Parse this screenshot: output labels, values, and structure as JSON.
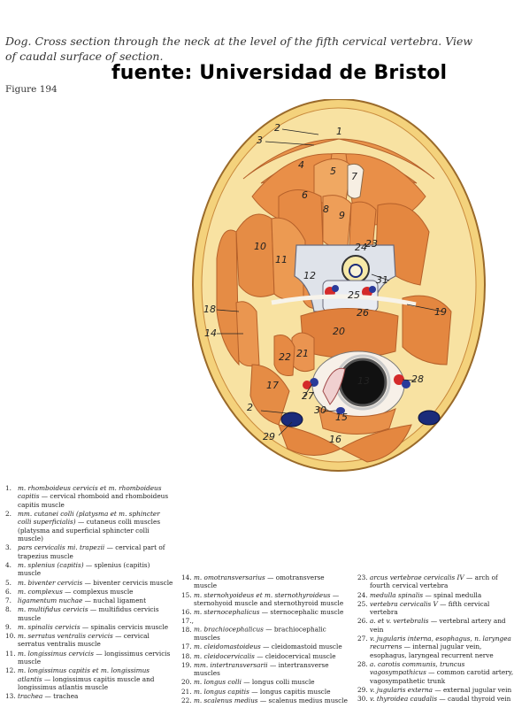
{
  "figure": {
    "caption": "Dog. Cross section through the neck at the level of the fifth cervical vertebra. View of caudal surface of section.",
    "overlay_text": "fuente: Universidad de Bristol",
    "figure_number": "Figure 194"
  },
  "diagram_labels": [
    "1",
    "2",
    "3",
    "4",
    "5",
    "6",
    "7",
    "8",
    "9",
    "10",
    "11",
    "12",
    "13",
    "14",
    "15",
    "16",
    "17",
    "18",
    "19",
    "20",
    "21",
    "22",
    "23",
    "24",
    "25",
    "26",
    "27",
    "28",
    "29",
    "30",
    "31",
    "2"
  ],
  "legend": {
    "col1": [
      {
        "num": "1.",
        "latin": "m. rhomboideus cervicis et m. rhomboideus capitis",
        "english": "cervical rhomboid and rhomboideus capitis muscle"
      },
      {
        "num": "2.",
        "latin": "mm. cutanei colli (platysma et m. sphincter colli superficialis)",
        "english": "cutaneus colli muscles (platysma and superficial sphincter colli muscle)"
      },
      {
        "num": "3.",
        "latin": "pars cervicalis mi. trapezii",
        "english": "cervical part of trapezius muscle"
      },
      {
        "num": "4.",
        "latin": "m. splenius (capitis)",
        "english": "splenius (capitis) muscle"
      },
      {
        "num": "5.",
        "latin": "m. biventer cervicis",
        "english": "biventer cervicis muscle"
      },
      {
        "num": "6.",
        "latin": "m. complexus",
        "english": "complexus muscle"
      },
      {
        "num": "7.",
        "latin": "ligamentum nuchae",
        "english": "nuchal ligament"
      },
      {
        "num": "8.",
        "latin": "m. multifidus cervicis",
        "english": "multifidus cervicis muscle"
      },
      {
        "num": "9.",
        "latin": "m. spinalis cervicis",
        "english": "spinalis cervicis muscle"
      },
      {
        "num": "10.",
        "latin": "m. serratus ventralis cervicis",
        "english": "cervical serratus ventralis muscle"
      },
      {
        "num": "11.",
        "latin": "m. longissimus cervicis",
        "english": "longissimus cervicis muscle"
      },
      {
        "num": "12.",
        "latin": "m. longissimus capitis et m. longissimus atlantis",
        "english": "longissimus capitis muscle and longissimus atlantis muscle"
      },
      {
        "num": "13.",
        "latin": "trachea",
        "english": "trachea"
      }
    ],
    "col2": [
      {
        "num": "14.",
        "latin": "m. omotransversarius",
        "english": "omotransverse muscle"
      },
      {
        "num": "15.",
        "latin": "m. sternohyoideus et m. sternothyroideus",
        "english": "sternohyoid muscle and sternothyroid muscle"
      },
      {
        "num": "16.",
        "latin": "m. sternocephalicus",
        "english": "sternocephalic muscle"
      },
      {
        "num": "17., 18.",
        "latin": "m. brachiocephalicus",
        "english": "brachiocephalic muscles"
      },
      {
        "num": "17.",
        "latin": "m. cleidomastoideus",
        "english": "cleidomastoid muscle"
      },
      {
        "num": "18.",
        "latin": "m. cleidocervicalis",
        "english": "cleidocervical muscle"
      },
      {
        "num": "19.",
        "latin": "mm. intertransversarii",
        "english": "intertransverse muscles"
      },
      {
        "num": "20.",
        "latin": "m. longus colli",
        "english": "longus colli muscle"
      },
      {
        "num": "21.",
        "latin": "m. longus capitis",
        "english": "longus capitis muscle"
      },
      {
        "num": "22.",
        "latin": "m. scalenus medius",
        "english": "scalenus medius muscle"
      }
    ],
    "col3": [
      {
        "num": "23.",
        "latin": "arcus vertebrae cervicalis IV",
        "english": "arch of fourth cervical vertebra"
      },
      {
        "num": "24.",
        "latin": "medulla spinalis",
        "english": "spinal medulla"
      },
      {
        "num": "25.",
        "latin": "vertebra cervicalis V",
        "english": "fifth cervical vertebra"
      },
      {
        "num": "26.",
        "latin": "a. et v. vertebralis",
        "english": "vertebral artery and vein"
      },
      {
        "num": "27.",
        "latin": "v. jugularis interna, esophagus, n. laryngea recurrens",
        "english": "internal jugular vein, esophagus, laryngeal recurrent nerve"
      },
      {
        "num": "28.",
        "latin": "a. carotis communis, truncus vagosympathicus",
        "english": "common carotid artery, vagosympathetic trunk"
      },
      {
        "num": "29.",
        "latin": "v. jugularis externa",
        "english": "external jugular vein"
      },
      {
        "num": "30.",
        "latin": "v. thyroidea caudalis",
        "english": "caudal thyroid vein"
      }
    ]
  },
  "colors": {
    "muscle": "#e8934a",
    "muscle_dark": "#c0642a",
    "fat": "#f6dc8e",
    "bone": "#dfe3ea",
    "artery": "#d42a2a",
    "vein": "#2a3a9a",
    "trachea": "#111111"
  }
}
